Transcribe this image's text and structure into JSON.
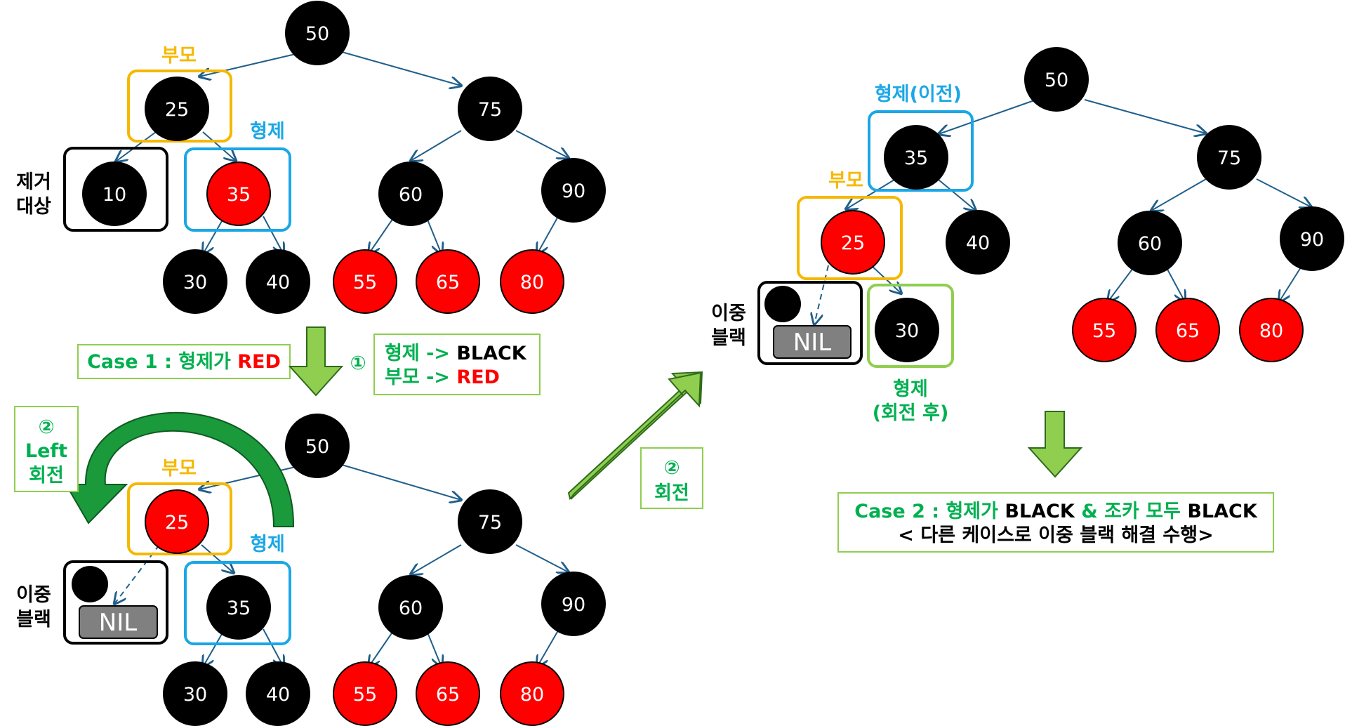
{
  "colors": {
    "black_node": "#000000",
    "red_node": "#ff0000",
    "parent_box": "#f5b800",
    "sibling_box": "#1aa7e6",
    "green_box": "#8fce4f",
    "green_text": "#00b050",
    "nil_fill": "#808080",
    "edge": "#1f5f8b",
    "arrow_green": "#8fce4f",
    "rotate_green": "#1a9a3a"
  },
  "trees": [
    {
      "nodes": [
        {
          "key": "50",
          "color": "black"
        },
        {
          "key": "25",
          "color": "black"
        },
        {
          "key": "75",
          "color": "black"
        },
        {
          "key": "10",
          "color": "black"
        },
        {
          "key": "35",
          "color": "red"
        },
        {
          "key": "60",
          "color": "black"
        },
        {
          "key": "90",
          "color": "black"
        },
        {
          "key": "30",
          "color": "black"
        },
        {
          "key": "40",
          "color": "black"
        },
        {
          "key": "55",
          "color": "red"
        },
        {
          "key": "65",
          "color": "red"
        },
        {
          "key": "80",
          "color": "red"
        }
      ],
      "labels": {
        "parent": "부모",
        "sibling": "형제",
        "target_line1": "제거",
        "target_line2": "대상"
      }
    },
    {
      "nodes": [
        {
          "key": "50",
          "color": "black"
        },
        {
          "key": "25",
          "color": "red"
        },
        {
          "key": "75",
          "color": "black"
        },
        {
          "key": "35",
          "color": "black"
        },
        {
          "key": "60",
          "color": "black"
        },
        {
          "key": "90",
          "color": "black"
        },
        {
          "key": "30",
          "color": "black"
        },
        {
          "key": "40",
          "color": "black"
        },
        {
          "key": "55",
          "color": "red"
        },
        {
          "key": "65",
          "color": "red"
        },
        {
          "key": "80",
          "color": "red"
        }
      ],
      "labels": {
        "parent": "부모",
        "sibling": "형제",
        "double_line1": "이중",
        "double_line2": "블랙",
        "nil": "NIL"
      }
    },
    {
      "nodes": [
        {
          "key": "50",
          "color": "black"
        },
        {
          "key": "35",
          "color": "black"
        },
        {
          "key": "75",
          "color": "black"
        },
        {
          "key": "25",
          "color": "red"
        },
        {
          "key": "40",
          "color": "black"
        },
        {
          "key": "30",
          "color": "black"
        },
        {
          "key": "60",
          "color": "black"
        },
        {
          "key": "90",
          "color": "black"
        },
        {
          "key": "55",
          "color": "red"
        },
        {
          "key": "65",
          "color": "red"
        },
        {
          "key": "80",
          "color": "red"
        }
      ],
      "labels": {
        "sibling_before": "형제(이전)",
        "parent": "부모",
        "double_line1": "이중",
        "double_line2": "블랙",
        "nil": "NIL",
        "sibling_after_line1": "형제",
        "sibling_after_line2": "(회전 후)"
      }
    }
  ],
  "case1": {
    "prefix": "Case 1 : 형제가 ",
    "red_word": "RED"
  },
  "step1": {
    "marker": "①",
    "line1_prefix": "형제 -> ",
    "line1_value": "BLACK",
    "line2_prefix": "부모 -> ",
    "line2_value": "RED"
  },
  "left_rotate": {
    "line1": "②",
    "line2": "Left",
    "line3": "회전"
  },
  "rotate_step": {
    "line1": "②",
    "line2": "회전"
  },
  "case2": {
    "p1": "Case 2 : 형제가 ",
    "p2": "BLACK",
    "p3": " & ",
    "p4": "조카 모두",
    "p5": " BLACK",
    "line2": "< 다른 케이스로 이중 블랙 해결 수행>"
  }
}
